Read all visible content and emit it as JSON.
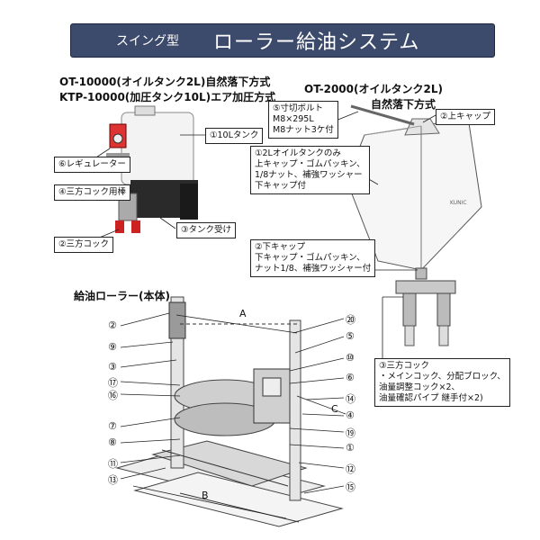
{
  "banner": {
    "subtitle": "スイング型",
    "title": "ローラー給油システム"
  },
  "left_heading": {
    "line1": "OT-10000(オイルタンク2L)自然落下方式",
    "line2": "KTP-10000(加圧タンク10L)エア加圧方式"
  },
  "right_heading": {
    "line1": "OT-2000(オイルタンク2L)",
    "line2": "自然落下方式"
  },
  "left_labels": {
    "tank": "①10Lタンク",
    "regulator": "⑥レギュレーター",
    "cock_bracket": "④三方コック用棒",
    "tank_tray": "③タンク受け",
    "three_way": "②三方コック"
  },
  "right_labels": {
    "bolt_l1": "⑤寸切ボルト",
    "bolt_l2": "M8×295L",
    "bolt_l3": "M8ナット3ケ付",
    "top_cap": "②上キャップ",
    "oil_tank_l1": "①2Lオイルタンクのみ",
    "oil_tank_l2": "上キャップ・ゴムパッキン、",
    "oil_tank_l3": "1/8ナット、補強ワッシャー",
    "oil_tank_l4": "下キャップ付",
    "bottom_cap_l1": "②下キャップ",
    "bottom_cap_l2": "下キャップ・ゴムパッキン、",
    "bottom_cap_l3": "ナット1/8、補強ワッシャー付",
    "cock_l1": "③三方コック",
    "cock_l2": "・メインコック、分配ブロック、",
    "cock_l3": "油量調整コック×2、",
    "cock_l4": "油量確認パイプ 継手付×2)",
    "tank_brand": "KUNIC"
  },
  "roller_title": "給油ローラー(本体)",
  "dims": {
    "a": "A",
    "b": "B",
    "c": "C"
  },
  "callouts": {
    "left": [
      "②",
      "⑨",
      "③",
      "⑰",
      "⑯",
      "⑦",
      "⑧",
      "⑪",
      "⑬"
    ],
    "right": [
      "⑳",
      "⑤",
      "⑩",
      "⑥",
      "⑭",
      "④",
      "⑲",
      "①",
      "⑫",
      "⑮"
    ]
  }
}
